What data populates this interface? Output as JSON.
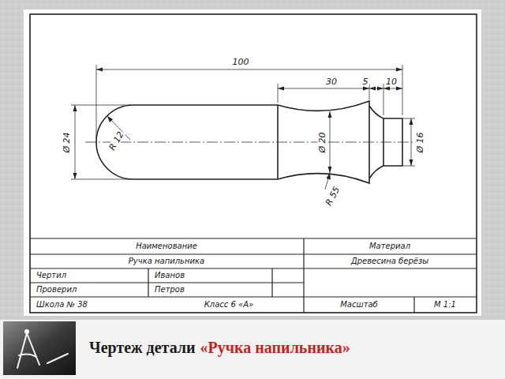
{
  "diagram": {
    "labels": [
      "100",
      "30",
      "5",
      "10",
      "Ø 24",
      "R 12",
      "Ø 20",
      "Ø 16",
      "R 55",
      "Наименование",
      "Материал",
      "Ручка напильника",
      "Древесина берёзы",
      "Чертил",
      "Иванов",
      "Проверил",
      "Петров",
      "Школа № 38",
      "Класс 6 «А»",
      "Масштаб",
      "М 1:1",
      "Чертеж детали",
      "«Ручка напильника»"
    ]
  }
}
